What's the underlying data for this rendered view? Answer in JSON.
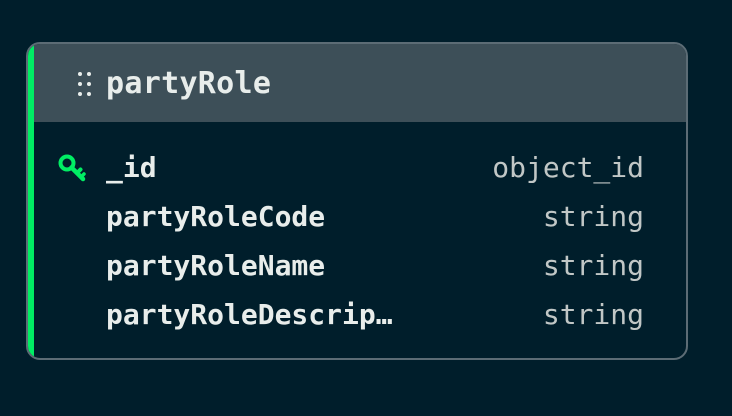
{
  "collection": {
    "name": "partyRole",
    "accent_color": "#00ed64",
    "header_color": "#3d4f58",
    "drag_icon": "drag-handle-icon",
    "fields": [
      {
        "name": "_id",
        "type": "object_id",
        "primary_key": true,
        "icon": "key-icon"
      },
      {
        "name": "partyRoleCode",
        "type": "string",
        "primary_key": false
      },
      {
        "name": "partyRoleName",
        "type": "string",
        "primary_key": false
      },
      {
        "name": "partyRoleDescrip…",
        "type": "string",
        "primary_key": false
      }
    ]
  }
}
